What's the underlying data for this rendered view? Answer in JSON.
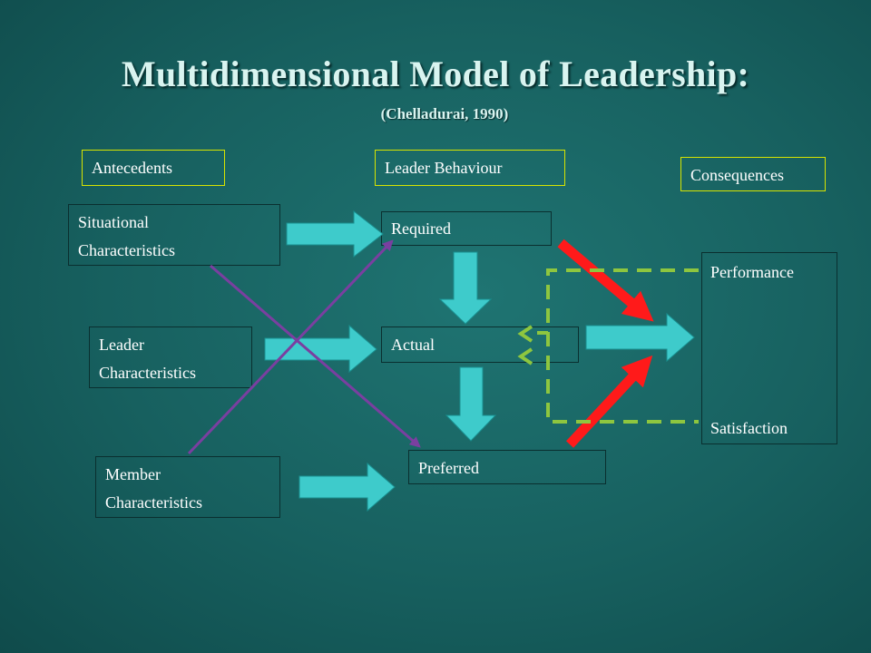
{
  "slide": {
    "title": "Multidimensional Model of Leadership:",
    "subtitle": "(Chelladurai, 1990)"
  },
  "headers": {
    "antecedents": "Antecedents",
    "leader_behaviour": "Leader Behaviour",
    "consequences": "Consequences"
  },
  "antecedents": {
    "situational": "Situational Characteristics",
    "leader": "Leader Characteristics",
    "member": "Member Characteristics"
  },
  "behaviour": {
    "required": "Required",
    "actual": "Actual",
    "preferred": "Preferred"
  },
  "consequences": {
    "performance": "Performance",
    "satisfaction": "Satisfaction"
  },
  "colors": {
    "background": "#17605f",
    "block_arrow": "#3ecbcb",
    "red_arrow": "#ff1a1a",
    "purple_line": "#7a3fa0",
    "dashed_feedback": "#8ec63f",
    "header_border": "#d8e400"
  }
}
